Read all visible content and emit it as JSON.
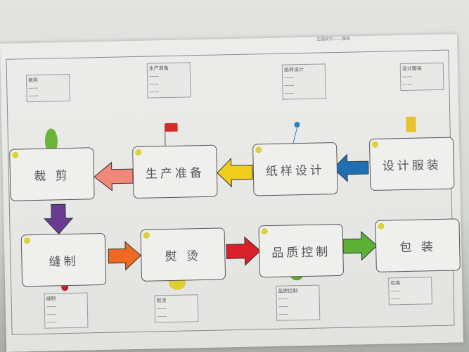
{
  "header": {
    "text": "主题研究——服装"
  },
  "steps": [
    {
      "label": "设计服装",
      "color": "#e6c22c"
    },
    {
      "label": "纸样设计",
      "color": "#2a7fbf"
    },
    {
      "label": "生产准备",
      "color": "#d42a2a"
    },
    {
      "label": "裁 剪",
      "color": "#6cb33a"
    },
    {
      "label": "缝制",
      "color": "#c0202a"
    },
    {
      "label": "熨 烫",
      "color": "#e0cf33"
    },
    {
      "label": "品质控制",
      "color": "#5aa82c"
    },
    {
      "label": "包 装",
      "color": "#c8762a"
    }
  ],
  "arrows": [
    {
      "from": "设计服装",
      "to": "纸样设计",
      "color": "#1f6fb4"
    },
    {
      "from": "纸样设计",
      "to": "生产准备",
      "color": "#f1cd1c"
    },
    {
      "from": "生产准备",
      "to": "裁 剪",
      "color": "#f2877a"
    },
    {
      "from": "裁 剪",
      "to": "缝制",
      "color": "#6a3b93"
    },
    {
      "from": "缝制",
      "to": "熨 烫",
      "color": "#ee6a22"
    },
    {
      "from": "熨 烫",
      "to": "品质控制",
      "color": "#d81f2a"
    },
    {
      "from": "品质控制",
      "to": "包 装",
      "color": "#5bb035"
    }
  ],
  "notes": {
    "n1": "裁剪",
    "n2": "生产准备",
    "n3": "纸样设计",
    "n4": "设计服装",
    "n5": "缝制",
    "n6": "熨烫",
    "n7": "品质控制",
    "n8": "包装"
  }
}
